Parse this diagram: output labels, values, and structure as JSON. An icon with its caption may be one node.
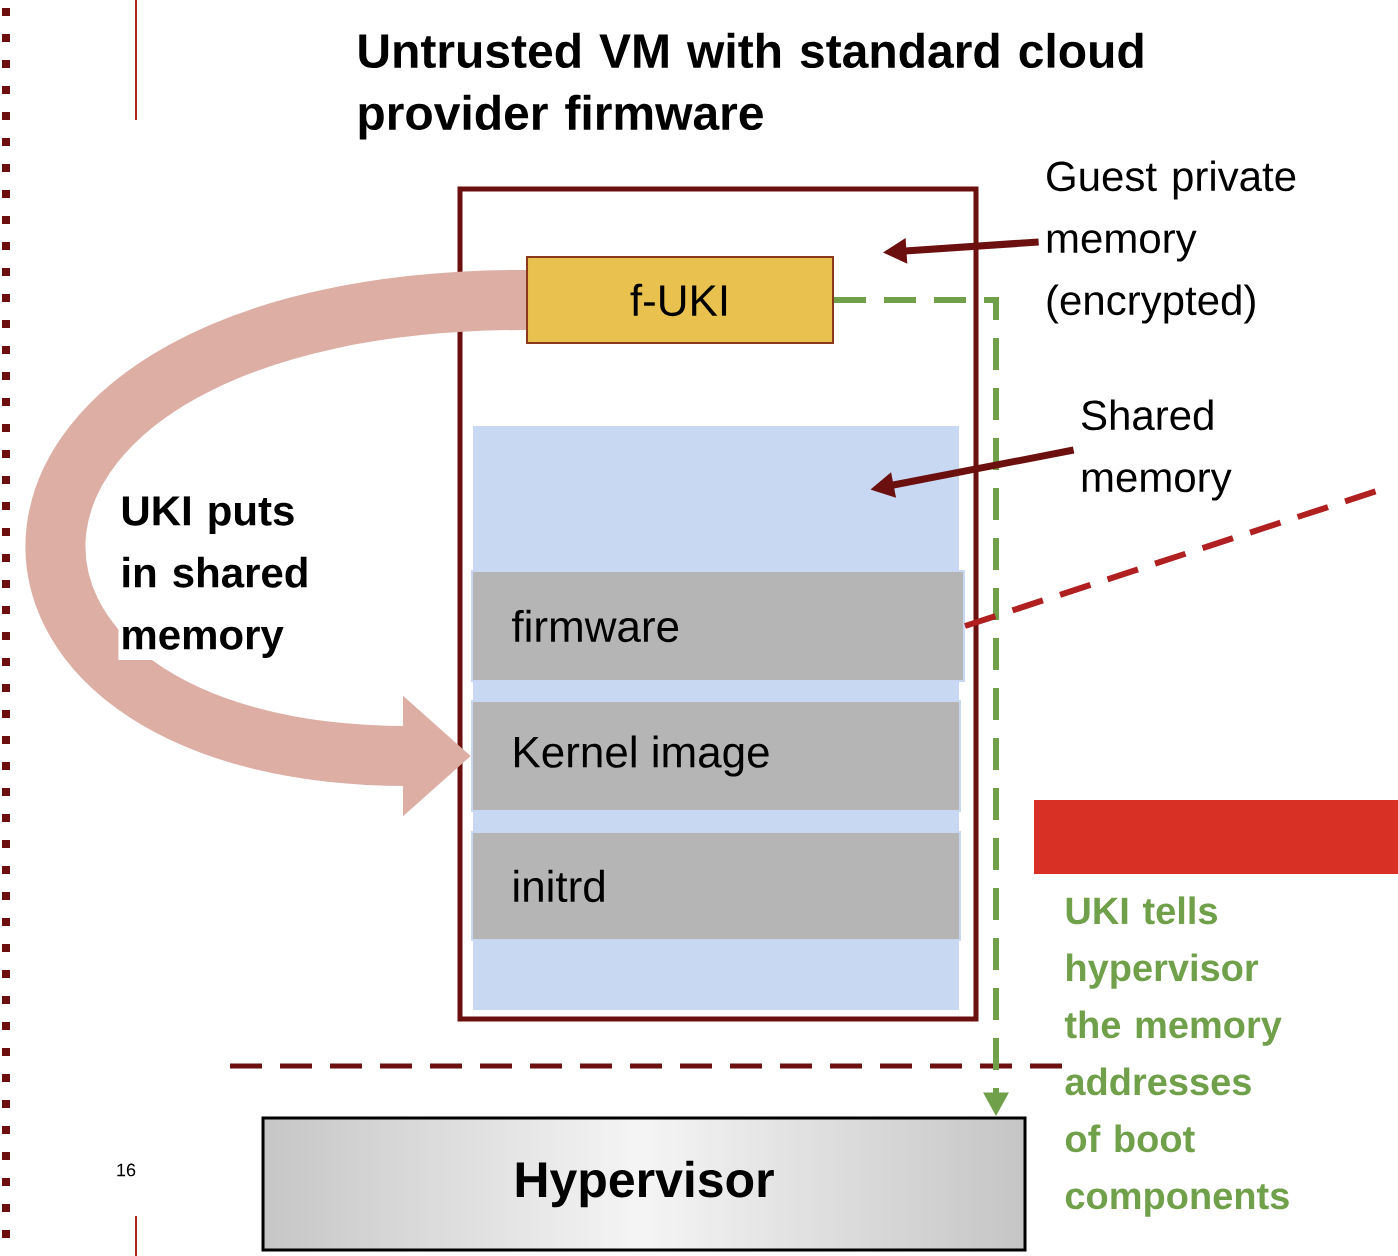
{
  "diagram": {
    "nodes": [
      {
        "text": [
          "Untrusted VM with standard cloud provider firmware"
        ]
      },
      {
        "text": [
          "f-UKI"
        ],
        "in": 0
      },
      {
        "text": [],
        "shape": "box",
        "in": 0
      },
      {
        "text": [
          "firmware"
        ],
        "in": 2
      },
      {
        "text": [
          "Kernel image"
        ],
        "in": 2
      },
      {
        "text": [
          "initrd"
        ],
        "in": 2
      },
      {
        "text": [
          "Hypervisor"
        ]
      },
      {
        "text": [
          "Guest private memory (encrypted)"
        ]
      },
      {
        "text": [
          "Shared memory"
        ]
      }
    ],
    "edges": [
      {
        "from": 1,
        "to": 4,
        "arrow": "to",
        "label": "UKI puts in shared memory",
        "style": "thick",
        "color": "#dcaea4"
      },
      {
        "from": 1,
        "to": 6,
        "arrow": "to",
        "style": "dashed",
        "color": "#70a04a"
      },
      {
        "from": 3,
        "to": null,
        "arrow": "none",
        "style": "dashed",
        "color": "#b02020"
      },
      {
        "from": 7,
        "to": 0,
        "arrow": "to"
      },
      {
        "from": 8,
        "to": 2,
        "arrow": "to"
      }
    ],
    "labels": [
      "UKI tells hypervisor the memory addresses of boot components",
      "16"
    ]
  }
}
